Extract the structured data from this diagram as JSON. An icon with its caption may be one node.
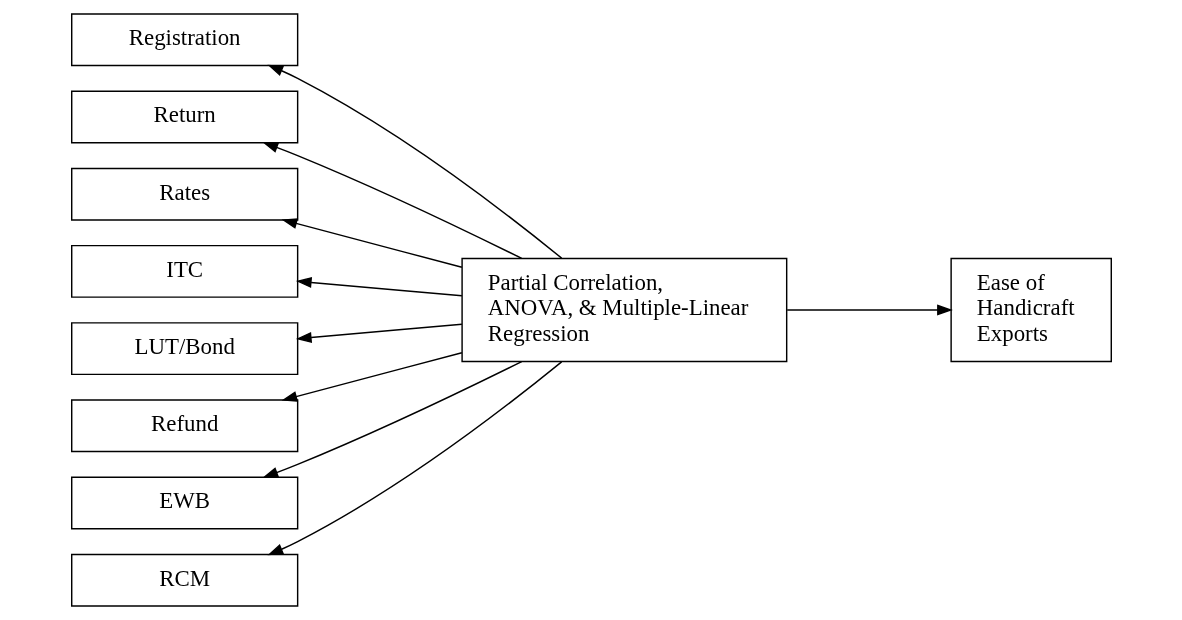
{
  "diagram": {
    "nodes": [
      {
        "text": [
          "Registration"
        ]
      },
      {
        "text": [
          "Return"
        ]
      },
      {
        "text": [
          "Rates"
        ]
      },
      {
        "text": [
          "ITC"
        ]
      },
      {
        "text": [
          "LUT/Bond"
        ]
      },
      {
        "text": [
          "Refund"
        ]
      },
      {
        "text": [
          "EWB"
        ]
      },
      {
        "text": [
          "RCM"
        ]
      },
      {
        "text": [
          "Partial Correlation, ANOVA, & Multiple-Linear Regression"
        ]
      },
      {
        "text": [
          "Ease of Handicraft Exports"
        ]
      }
    ],
    "edges": [
      {
        "from": 8,
        "to": 0,
        "arrow": "to"
      },
      {
        "from": 8,
        "to": 1,
        "arrow": "to"
      },
      {
        "from": 8,
        "to": 2,
        "arrow": "to"
      },
      {
        "from": 8,
        "to": 3,
        "arrow": "to"
      },
      {
        "from": 8,
        "to": 4,
        "arrow": "to"
      },
      {
        "from": 8,
        "to": 5,
        "arrow": "to"
      },
      {
        "from": 8,
        "to": 6,
        "arrow": "to"
      },
      {
        "from": 8,
        "to": 7,
        "arrow": "to"
      },
      {
        "from": 8,
        "to": 9,
        "arrow": "to"
      }
    ]
  }
}
